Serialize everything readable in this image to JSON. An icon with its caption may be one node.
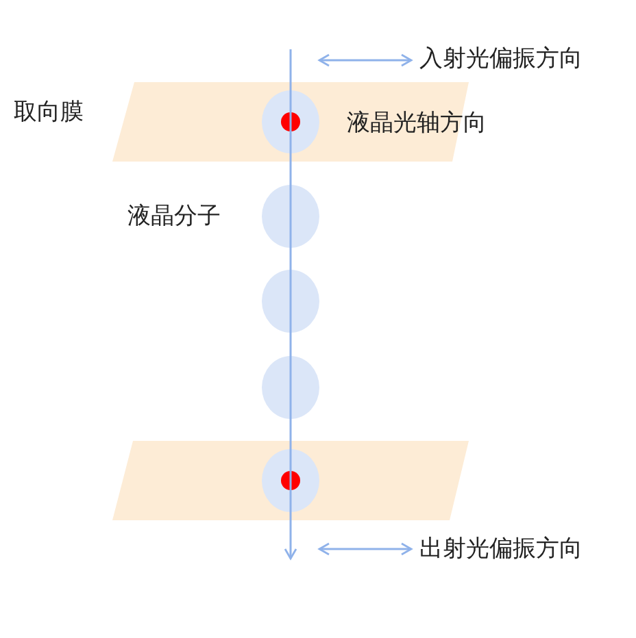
{
  "diagram": {
    "labels": [
      "入射光偏振方向",
      "取向膜",
      "液晶光轴方向",
      "液晶分子",
      "出射光偏振方向"
    ]
  }
}
